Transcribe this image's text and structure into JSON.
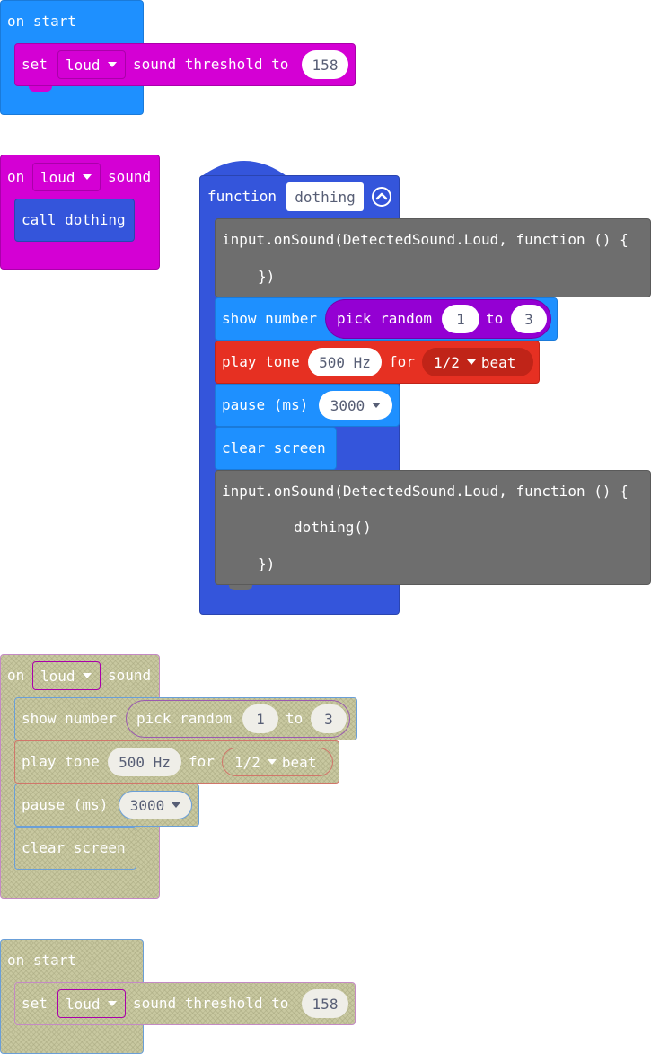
{
  "colors": {
    "basic": "#1e90ff",
    "input": "#d400d4",
    "functions": "#3455db",
    "math": "#9400d3",
    "music": "#e63022",
    "js": "#6e6e6e",
    "disabled": "#c8c8a0"
  },
  "on_start_1": {
    "hat": "on start",
    "set": "set",
    "dropdown": "loud",
    "mid": "sound threshold to",
    "value": "158"
  },
  "on_sound_1": {
    "on": "on",
    "dropdown": "loud",
    "sound": "sound",
    "call": "call dothing"
  },
  "function_block": {
    "label": "function",
    "name": "dothing",
    "collapse_icon": "chevron-up-circle-icon",
    "js1_line1": "input.onSound(DetectedSound.Loud, function () {",
    "js1_line2": "})",
    "show_number": "show number",
    "pick_random": "pick random",
    "min": "1",
    "to": "to",
    "max": "3",
    "play_tone": "play tone",
    "hz": "500 Hz",
    "for": "for",
    "beat": "1/2",
    "beat_label": "beat",
    "pause": "pause (ms)",
    "pause_value": "3000",
    "clear_screen": "clear screen",
    "js2_line1": "input.onSound(DetectedSound.Loud, function () {",
    "js2_line2": "dothing()",
    "js2_line3": "})"
  },
  "on_sound_2": {
    "on": "on",
    "dropdown": "loud",
    "sound": "sound",
    "show_number": "show number",
    "pick_random": "pick random",
    "min": "1",
    "to": "to",
    "max": "3",
    "play_tone": "play tone",
    "hz": "500 Hz",
    "for": "for",
    "beat": "1/2",
    "beat_label": "beat",
    "pause": "pause (ms)",
    "pause_value": "3000",
    "clear_screen": "clear screen"
  },
  "on_start_2": {
    "hat": "on start",
    "set": "set",
    "dropdown": "loud",
    "mid": "sound threshold to",
    "value": "158"
  }
}
